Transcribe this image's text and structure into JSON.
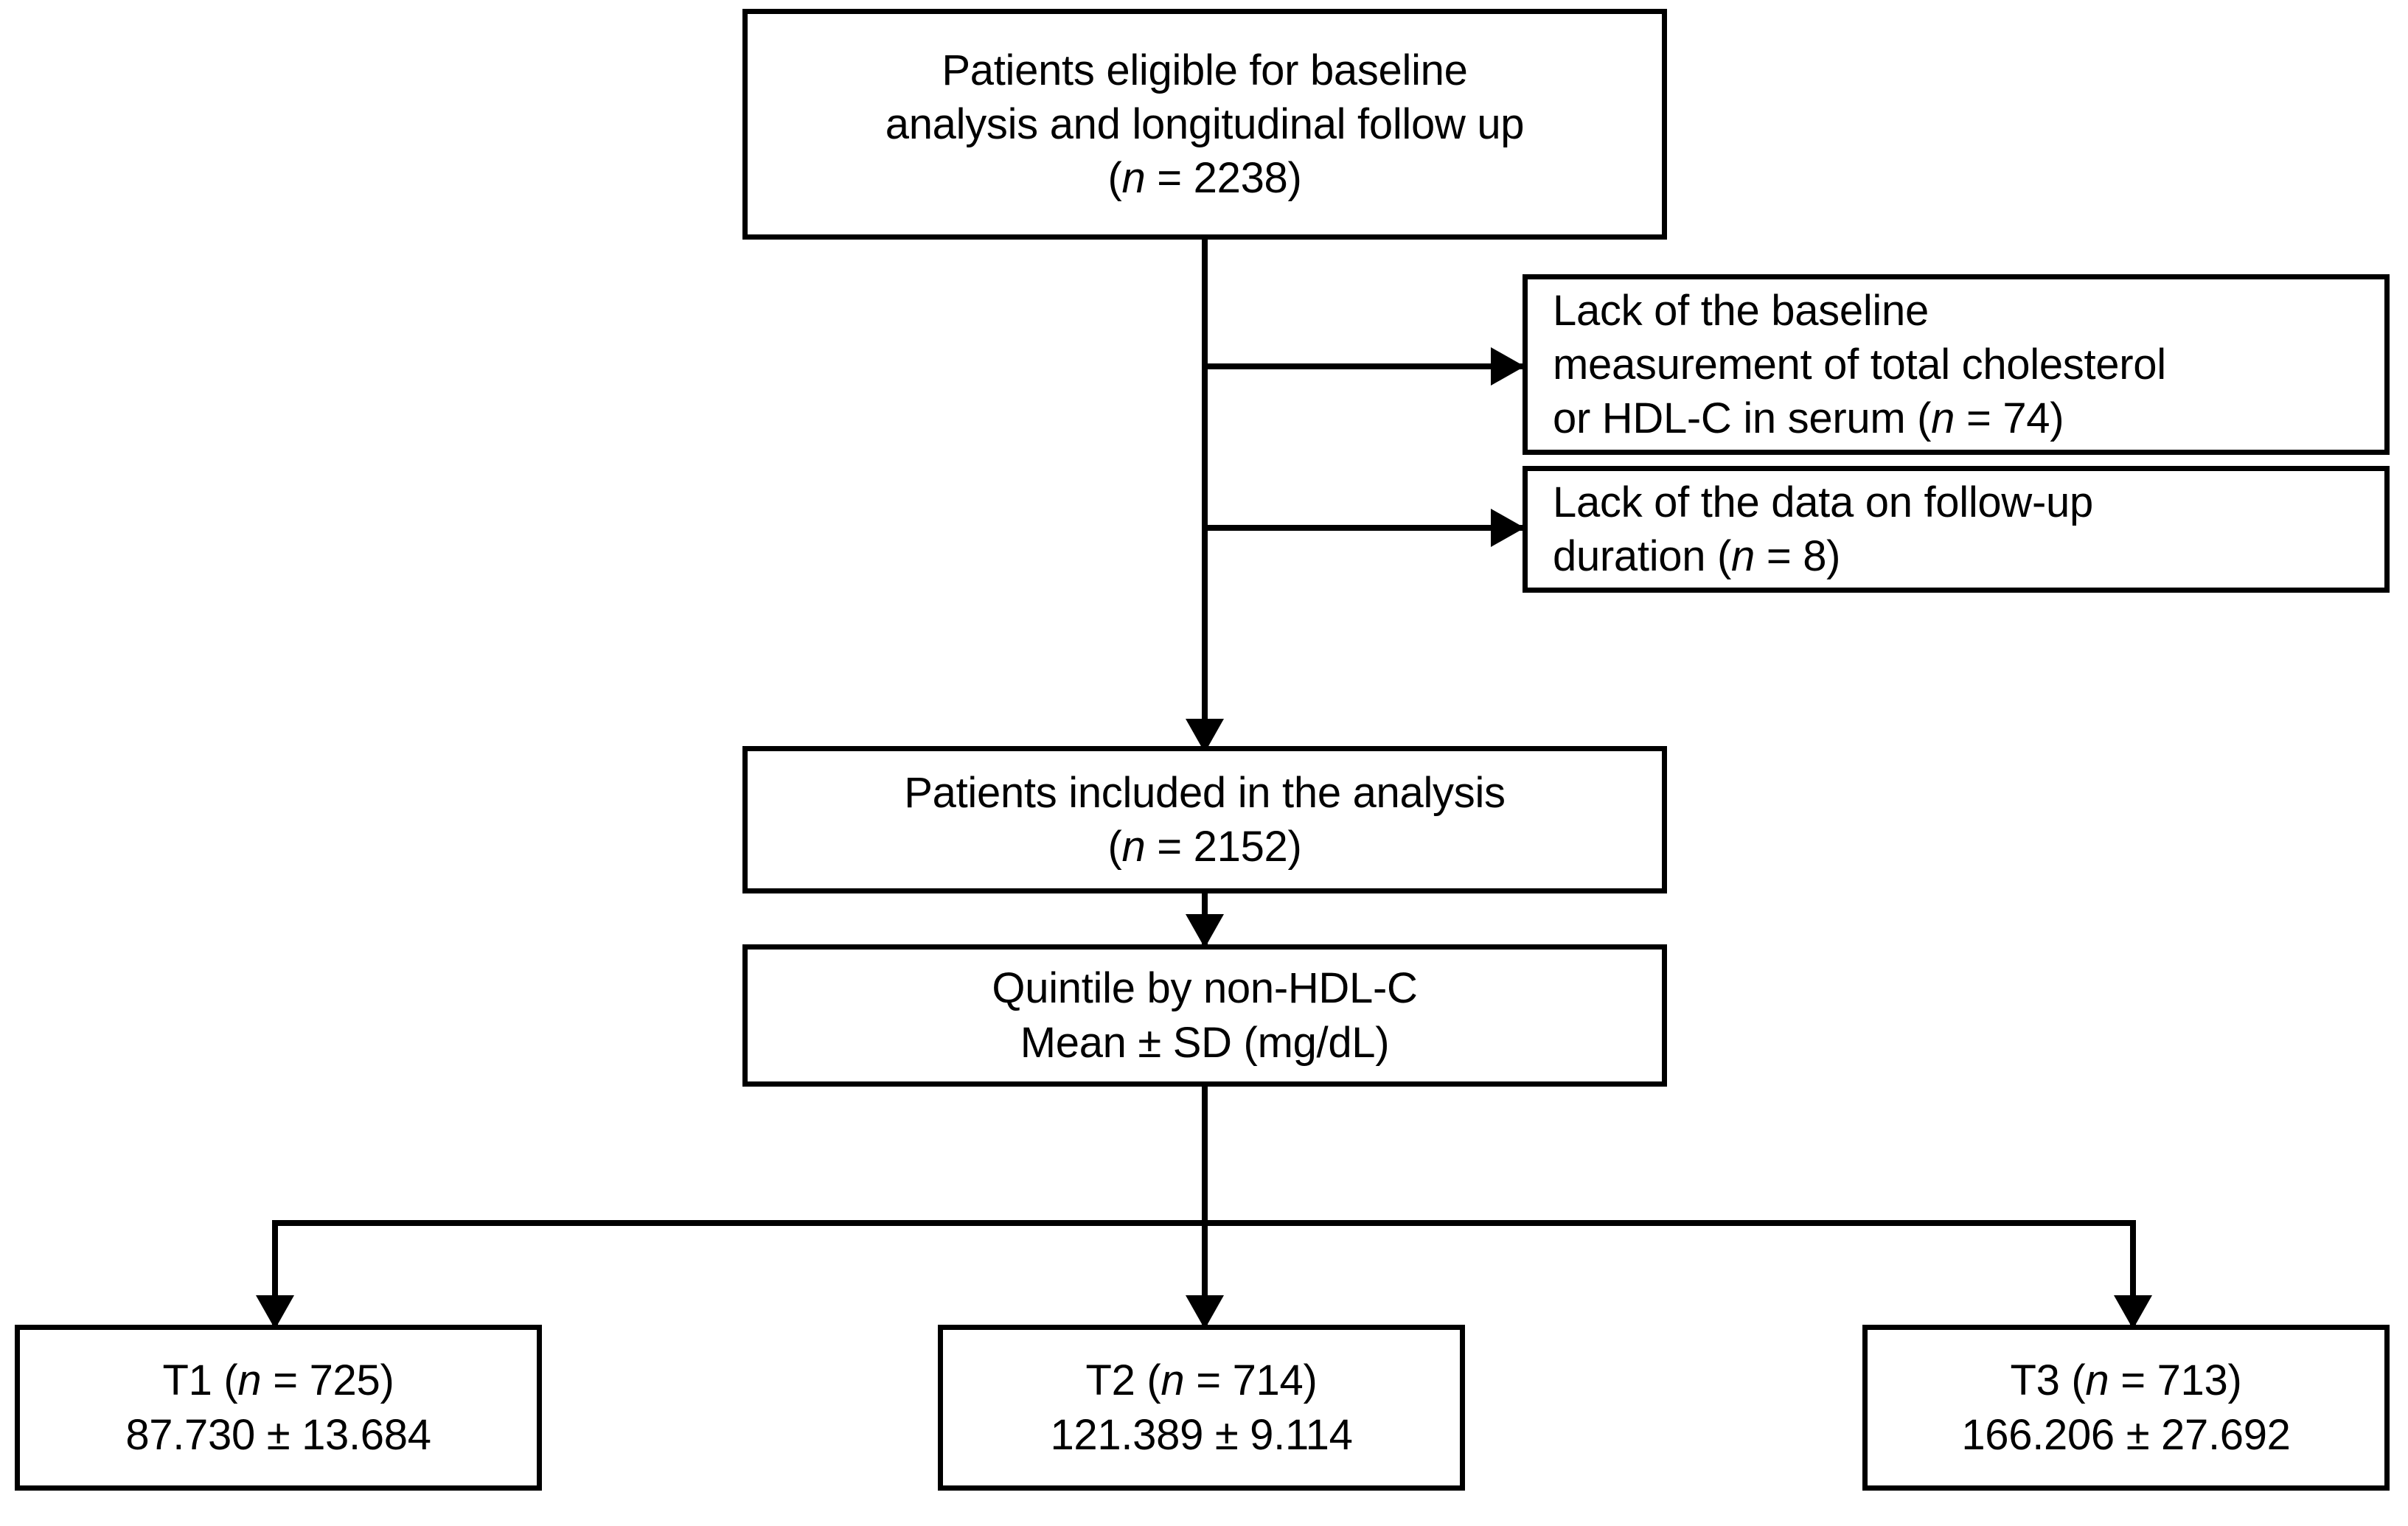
{
  "diagram": {
    "type": "study-flow-chart",
    "boxes": {
      "eligible": {
        "line1": "Patients eligible for baseline",
        "line2": "analysis and longitudinal follow up",
        "line3_prefix": "(",
        "line3_n": "n",
        "line3_suffix": " = 2238)",
        "count": 2238
      },
      "exclusion_cholesterol": {
        "line1": "Lack of the baseline",
        "line2": "measurement of total cholesterol",
        "line3_prefix": "or HDL-C in serum (",
        "line3_n": "n",
        "line3_suffix": " = 74)",
        "count": 74
      },
      "exclusion_followup": {
        "line1": "Lack of the data on follow-up",
        "line2_prefix": "duration (",
        "line2_n": "n",
        "line2_suffix": " = 8)",
        "count": 8
      },
      "included": {
        "line1": "Patients included in the analysis",
        "line2_prefix": "(",
        "line2_n": "n",
        "line2_suffix": " = 2152)",
        "count": 2152
      },
      "quintile": {
        "line1": "Quintile by non-HDL-C",
        "line2": "Mean ± SD (mg/dL)"
      },
      "t1": {
        "line1_prefix": "T1 (",
        "line1_n": "n",
        "line1_suffix": " = 725)",
        "line2": "87.730 ± 13.684",
        "count": 725,
        "mean": 87.73,
        "sd": 13.684
      },
      "t2": {
        "line1_prefix": "T2 (",
        "line1_n": "n",
        "line1_suffix": " = 714)",
        "line2": "121.389 ± 9.114",
        "count": 714,
        "mean": 121.389,
        "sd": 9.114
      },
      "t3": {
        "line1_prefix": "T3 (",
        "line1_n": "n",
        "line1_suffix": " = 713)",
        "line2": "166.206 ± 27.692",
        "count": 713,
        "mean": 166.206,
        "sd": 27.692
      }
    },
    "colors": {
      "stroke": "#000000",
      "background": "#ffffff",
      "text": "#000000"
    }
  }
}
